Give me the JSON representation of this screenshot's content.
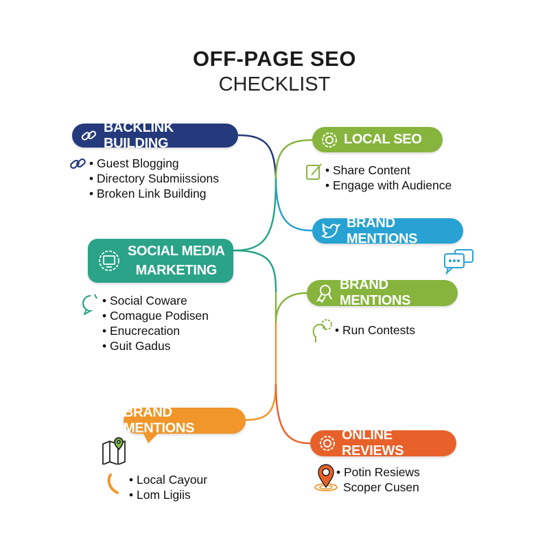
{
  "title": {
    "line1": "OFF-PAGE SEO",
    "line2": "CHECKLIST"
  },
  "colors": {
    "navy": "#243a7c",
    "teal": "#2aa388",
    "green": "#86b43c",
    "blue": "#27a2d2",
    "orange": "#f0962a",
    "red_orange": "#e8612a"
  },
  "sections": [
    {
      "id": "backlink",
      "label": "BACKLINK BUILDING",
      "icon": "link-icon",
      "items": [
        "Guest Blogging",
        "Directory Submiissions",
        "Broken Link Building"
      ],
      "item_icon": "link-icon"
    },
    {
      "id": "social",
      "label_line1": "SOCIAL MEDIA",
      "label_line2": "MARKETING",
      "icon": "gear-monitor-icon",
      "items": [
        "Social Coware",
        "Comague Podisen",
        "Enucrecation",
        "Guit Gadus"
      ],
      "item_icon": "chat-like-icon"
    },
    {
      "id": "local",
      "label": "LOCAL SEO",
      "icon": "gear-icon",
      "items": [
        "Share Content",
        "Engage with Audience"
      ],
      "item_icon": "edit-icon"
    },
    {
      "id": "brand1",
      "label": "BRAND MENTIONS",
      "icon": "twitter-bird-icon",
      "extra_icon": "chat-bubbles-icon"
    },
    {
      "id": "brand2",
      "label": "BRAND MENTIONS",
      "icon": "ribbon-icon",
      "items": [
        "Run Contests"
      ],
      "item_icon": "head-idea-icon"
    },
    {
      "id": "brand3",
      "label": "BRAND MENTIONS",
      "extra_icon": "map-icon",
      "items": [
        "Local Cayour",
        "Lom Ligiis"
      ],
      "item_icon": "phone-icon"
    },
    {
      "id": "reviews",
      "label": "ONLINE REVIEWS",
      "icon": "gear-icon",
      "items": [
        "Potin Resiews",
        "Scoper Cusen"
      ],
      "item_icon": "location-pin-icon"
    }
  ]
}
